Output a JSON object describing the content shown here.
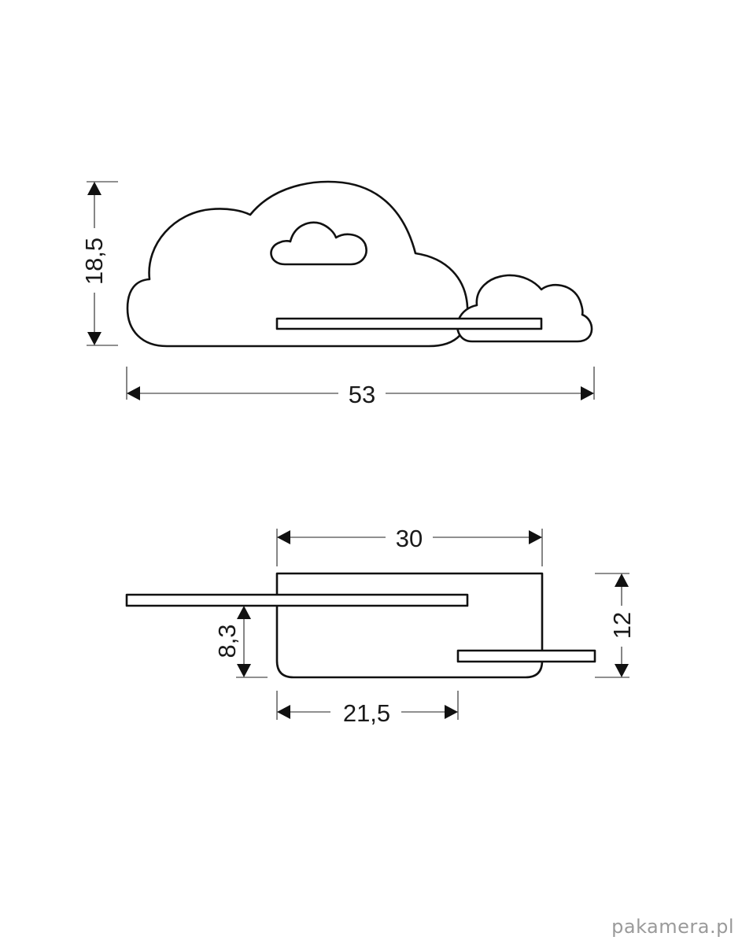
{
  "front_view": {
    "height_label": "18,5",
    "width_label": "53"
  },
  "top_view": {
    "depth_label": "30",
    "shelf_offset_label": "8,3",
    "height_label": "12",
    "base_label": "21,5"
  },
  "watermark": "pakamera.pl"
}
